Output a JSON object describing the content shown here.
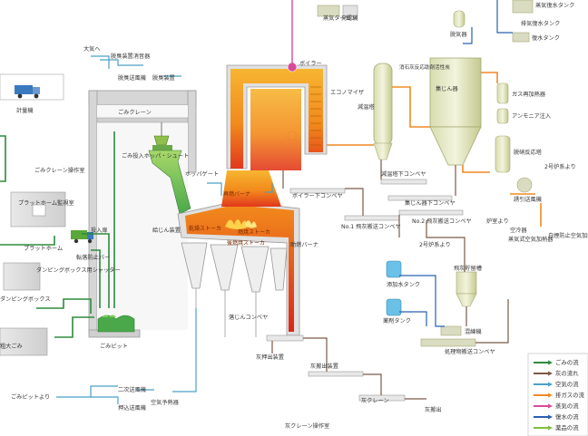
{
  "labels": {
    "steam_turbine": "蒸気タービン",
    "generator": "発電機",
    "deaerator": "脱気器",
    "steam_water_tank": "蒸気復水タンク",
    "exhaust_condenser": "排気復水タンク",
    "condensate_tank": "復水タンク",
    "to_atmosphere": "大気へ",
    "deodorizer_muffler": "脱臭装置消音器",
    "deodorizer_fan": "脱臭送風機",
    "deodorizer": "脱臭装置",
    "scale": "計量機",
    "crane_operating_room": "ごみクレーン操作室",
    "refuse_crane": "ごみクレーン",
    "hopper_chute": "ごみ投入ホッパ・シュート",
    "hopper_gate": "ホッパゲート",
    "platform_monitor_room": "プラットホーム監視室",
    "platform": "プラットホーム",
    "loading_door": "投入扉",
    "fall_prevention_bar": "転落防止バー",
    "dumping_box_shutter": "ダンピングボックス用シャッター",
    "dumping_box": "ダンピングボックス",
    "bulky_waste": "粗大ごみ",
    "refuse_pit": "ごみピット",
    "from_refuse_pit": "ごみピットより",
    "secondary_air_fan": "二次送風機",
    "forced_draft_fan": "押込送風機",
    "air_preheater": "空気予熱器",
    "boiler": "ボイラー",
    "economizer": "エコノマイザ",
    "recombustion_burner": "再燃バーナ",
    "feeder": "給じん装置",
    "drying_stoker": "乾燥ストーカ",
    "combustion_stoker": "燃焼ストーカ",
    "after_combustion_stoker": "後燃焼ストーカ",
    "auxiliary_burner": "助燃バーナ",
    "ash_drop_conveyor": "落じんコンベヤ",
    "ash_extractor": "灰押出装置",
    "ash_conveyor": "灰搬出装置",
    "ash_crane": "灰クレーン",
    "ash_crane_room": "灰クレーン操作室",
    "boiler_lower_conveyor": "ボイラー下コンベヤ",
    "no1_fly_ash_conveyor": "No.1 飛灰搬送コンベヤ",
    "no2_fly_ash_conveyor": "No.2 飛灰搬送コンベヤ",
    "reduction_tower_lower_conveyor": "減温塔下コンベヤ",
    "dust_collector_lower_conveyor": "集じん器下コンベヤ",
    "from_no2_furnace": "2号炉系より",
    "fly_ash_silo": "飛灰貯留槽",
    "additive_tank": "添加水タンク",
    "chemical_tank": "薬剤タンク",
    "kneader": "混練機",
    "treated_conveyor": "処理物搬送コンベヤ",
    "ash_carry_out": "灰搬出",
    "temperature_reduction_tower": "減温塔",
    "slaked_lime_activated_carbon": "消石灰反応助剤活性炭",
    "dust_collector": "集じん器",
    "gas_reheater": "ガス再加熱器",
    "ammonia_injection": "アンモニア注入",
    "denitration_tower": "脱硝反応塔",
    "from_no2_furnace_gas": "2号炉系より",
    "induced_draft_fan": "誘引送風機",
    "from_furnace": "炉室より",
    "air_conditioner": "空冷器",
    "steam_air_heater": "蒸気式空気加熱器",
    "white_smoke_prevention": "白煙防止空気加熱器"
  },
  "legend": [
    {
      "label": "ごみの流",
      "color": "#2e8b3d"
    },
    {
      "label": "灰の流れ",
      "color": "#7a5a48"
    },
    {
      "label": "空気の流",
      "color": "#4aa0c8"
    },
    {
      "label": "排ガスの流",
      "color": "#f08a24"
    },
    {
      "label": "蒸気の流",
      "color": "#d84a9a"
    },
    {
      "label": "復水の流",
      "color": "#2a60b0"
    },
    {
      "label": "薬品の流",
      "color": "#7fbf3f"
    }
  ],
  "colors": {
    "refuse": "#2e8b3d",
    "ash": "#7a5a48",
    "air": "#4aa0c8",
    "exhaust": "#f08a24",
    "steam": "#d84a9a",
    "condensate": "#2a60b0",
    "equipment": "#b0b0b0",
    "boiler": "#f5a623",
    "fire": "#e8402a"
  }
}
